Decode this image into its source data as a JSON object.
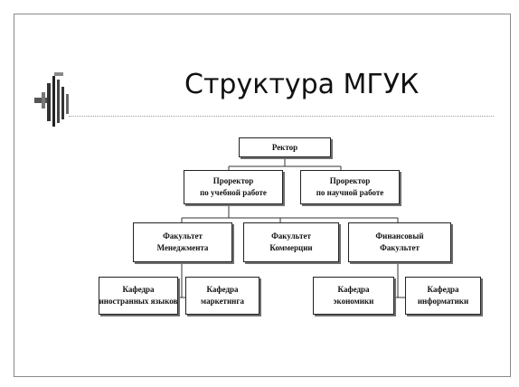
{
  "slide": {
    "title": "Структура МГУК"
  },
  "org_chart": {
    "root": {
      "line1": "Ректор"
    },
    "vice_rectors": [
      {
        "line1": "Проректор",
        "line2": "по учебной работе"
      },
      {
        "line1": "Проректор",
        "line2": "по научной работе"
      }
    ],
    "faculties": [
      {
        "line1": "Факультет",
        "line2": "Менеджмента"
      },
      {
        "line1": "Факультет",
        "line2": "Коммерции"
      },
      {
        "line1": "Финансовый",
        "line2": "Факультет"
      }
    ],
    "departments": [
      {
        "line1": "Кафедра",
        "line2": "иностранных языков"
      },
      {
        "line1": "Кафедра",
        "line2": "маркетинга"
      },
      {
        "line1": "Кафедра",
        "line2": "экономики"
      },
      {
        "line1": "Кафедра",
        "line2": "информатики"
      }
    ]
  },
  "colors": {
    "box_border": "#222222",
    "box_shadow": "#6f6f6f",
    "connector": "#333333"
  }
}
